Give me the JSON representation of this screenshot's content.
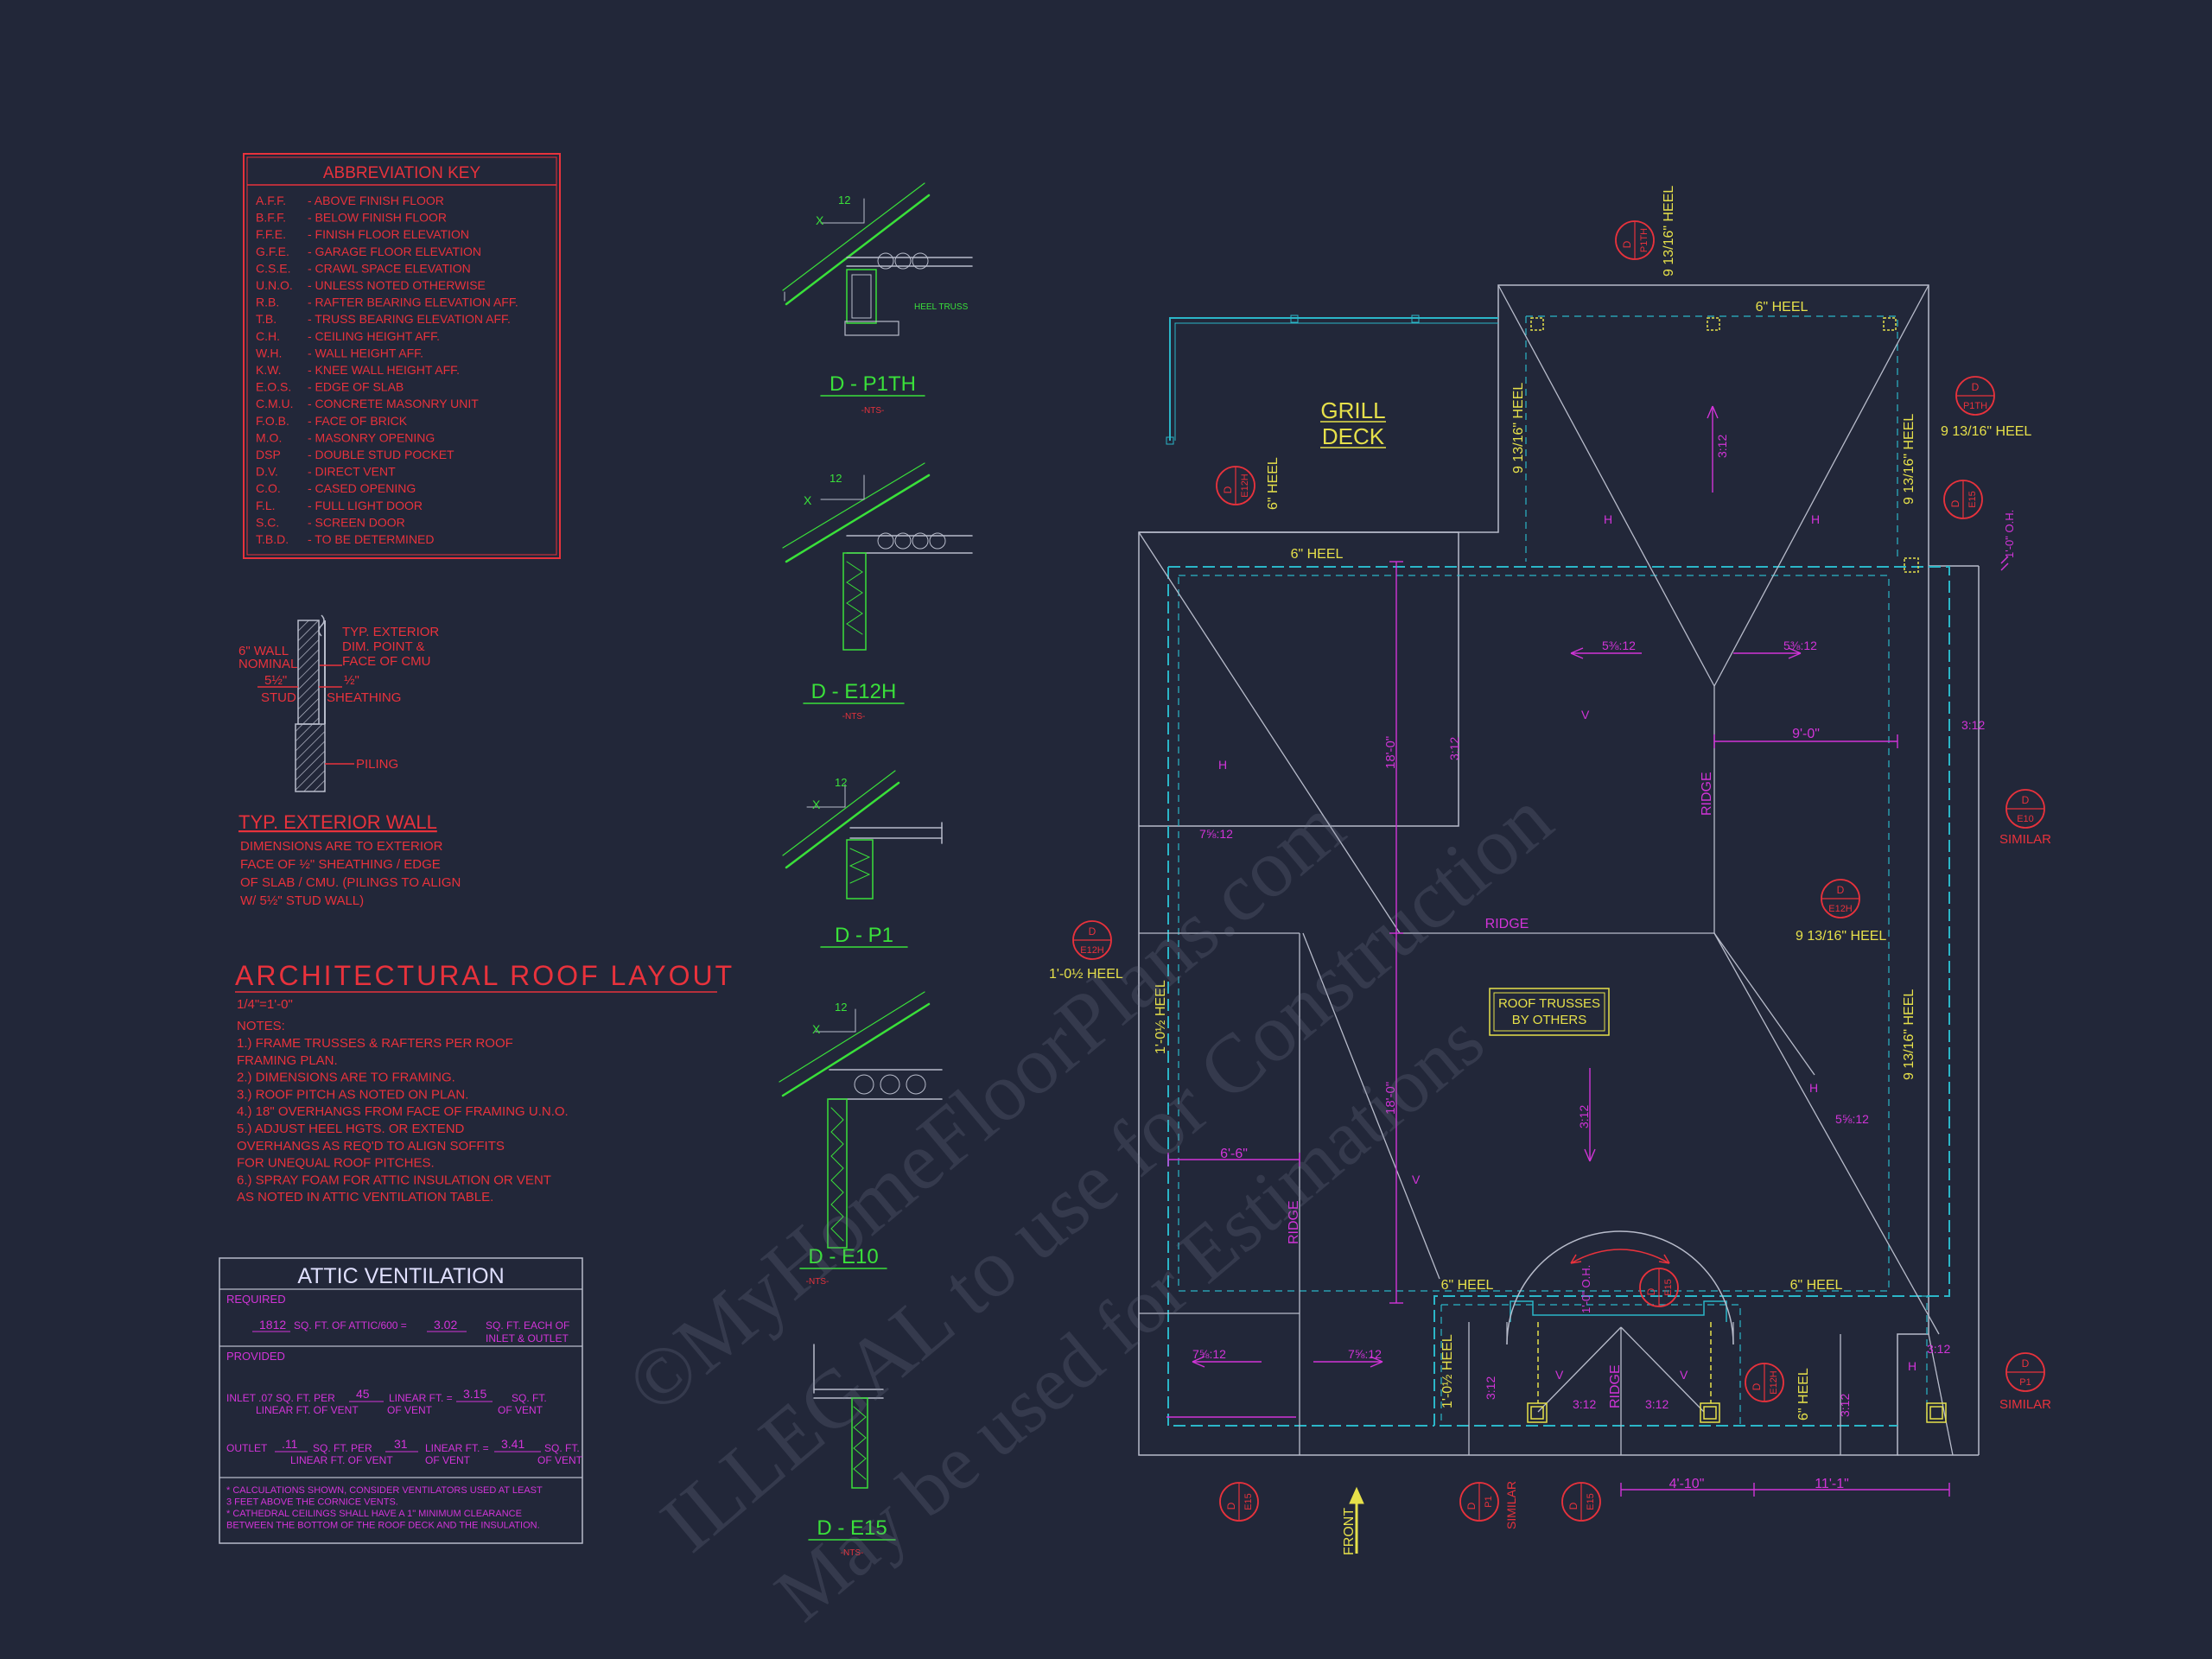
{
  "abbreviation_key": {
    "title": "ABBREVIATION KEY",
    "items": [
      {
        "abbr": "A.F.F.",
        "desc": "- ABOVE FINISH FLOOR"
      },
      {
        "abbr": "B.F.F.",
        "desc": "- BELOW FINISH FLOOR"
      },
      {
        "abbr": "F.F.E.",
        "desc": "- FINISH FLOOR ELEVATION"
      },
      {
        "abbr": "G.F.E.",
        "desc": "- GARAGE FLOOR ELEVATION"
      },
      {
        "abbr": "C.S.E.",
        "desc": "- CRAWL SPACE ELEVATION"
      },
      {
        "abbr": "U.N.O.",
        "desc": "- UNLESS NOTED OTHERWISE"
      },
      {
        "abbr": "R.B.",
        "desc": "- RAFTER BEARING ELEVATION AFF."
      },
      {
        "abbr": "T.B.",
        "desc": "- TRUSS BEARING ELEVATION AFF."
      },
      {
        "abbr": "C.H.",
        "desc": "- CEILING HEIGHT AFF."
      },
      {
        "abbr": "W.H.",
        "desc": "- WALL HEIGHT AFF."
      },
      {
        "abbr": "K.W.",
        "desc": "- KNEE WALL HEIGHT AFF."
      },
      {
        "abbr": "E.O.S.",
        "desc": "- EDGE OF SLAB"
      },
      {
        "abbr": "C.M.U.",
        "desc": "- CONCRETE MASONRY UNIT"
      },
      {
        "abbr": "F.O.B.",
        "desc": "- FACE OF BRICK"
      },
      {
        "abbr": "M.O.",
        "desc": "- MASONRY OPENING"
      },
      {
        "abbr": "DSP",
        "desc": "- DOUBLE STUD POCKET"
      },
      {
        "abbr": "D.V.",
        "desc": "- DIRECT VENT"
      },
      {
        "abbr": "C.O.",
        "desc": "- CASED OPENING"
      },
      {
        "abbr": "F.L.",
        "desc": "- FULL LIGHT DOOR"
      },
      {
        "abbr": "S.C.",
        "desc": "- SCREEN DOOR"
      },
      {
        "abbr": "T.B.D.",
        "desc": "- TO BE DETERMINED"
      }
    ]
  },
  "wall_detail": {
    "label_wall": "6\" WALL",
    "label_nominal": "NOMINAL",
    "label_stud_dim": "5½\"",
    "label_stud": "STUD",
    "label_ext_1": "TYP. EXTERIOR",
    "label_ext_2": "DIM. POINT &",
    "label_ext_3": "FACE OF CMU",
    "label_sheath_dim": "½\"",
    "label_sheathing": "SHEATHING",
    "label_piling": "PILING",
    "title": "TYP. EXTERIOR WALL",
    "notes": [
      "DIMENSIONS ARE TO EXTERIOR",
      "FACE OF ½\" SHEATHING / EDGE",
      "OF SLAB / CMU. (PILINGS TO ALIGN",
      "W/ 5½\" STUD WALL)"
    ]
  },
  "roof_layout": {
    "title": "ARCHITECTURAL ROOF LAYOUT",
    "scale": "1/4\"=1'-0\"",
    "notes_heading": "NOTES:",
    "notes": [
      "1.) FRAME TRUSSES & RAFTERS PER ROOF",
      "     FRAMING PLAN.",
      "2.) DIMENSIONS ARE TO FRAMING.",
      "3.) ROOF PITCH AS NOTED ON PLAN.",
      "4.) 18\" OVERHANGS FROM FACE OF FRAMING U.N.O.",
      "5.) ADJUST HEEL HGTS. OR EXTEND",
      "     OVERHANGS AS REQ'D TO ALIGN SOFFITS",
      "     FOR UNEQUAL ROOF PITCHES.",
      "6.) SPRAY FOAM FOR ATTIC INSULATION OR VENT",
      "     AS NOTED IN ATTIC VENTILATION TABLE."
    ]
  },
  "attic_ventilation": {
    "title": "ATTIC VENTILATION",
    "required_label": "REQUIRED",
    "req_value_1": "1812",
    "req_text_1": "SQ. FT. OF ATTIC/600 =",
    "req_value_2": "3.02",
    "req_text_2": "SQ. FT. EACH OF",
    "req_text_3": "INLET & OUTLET",
    "provided_label": "PROVIDED",
    "inlet_text_1": "INLET .07 SQ. FT. PER",
    "inlet_value_1": "45",
    "inlet_text_2": "LINEAR FT. =",
    "inlet_value_2": "3.15",
    "inlet_text_3": "SQ. FT.",
    "inlet_sub_1": "LINEAR FT. OF VENT",
    "inlet_sub_2": "OF VENT",
    "inlet_sub_3": "OF VENT",
    "outlet_text_1": "OUTLET",
    "outlet_value_0": ".11",
    "outlet_text_2": "SQ. FT. PER",
    "outlet_value_1": "31",
    "outlet_text_3": "LINEAR FT. =",
    "outlet_value_2": "3.41",
    "outlet_text_4": "SQ. FT.",
    "outlet_sub_1": "LINEAR FT. OF VENT",
    "outlet_sub_2": "OF VENT",
    "outlet_sub_3": "OF VENT",
    "footnotes": [
      "* CALCULATIONS SHOWN, CONSIDER VENTILATORS USED AT LEAST",
      "  3 FEET ABOVE THE CORNICE VENTS.",
      "* CATHEDRAL CEILINGS SHALL HAVE A 1\" MINIMUM CLEARANCE",
      "  BETWEEN THE BOTTOM OF THE ROOF DECK AND THE INSULATION."
    ]
  },
  "details": [
    {
      "id": "D - P1TH",
      "nts": "-NTS-",
      "pitch": "12",
      "x": "X",
      "note": "HEEL TRUSS"
    },
    {
      "id": "D - E12H",
      "nts": "-NTS-",
      "pitch": "12",
      "x": "X"
    },
    {
      "id": "D - P1",
      "pitch": "12",
      "x": "X"
    },
    {
      "id": "D - E10",
      "nts": "-NTS-",
      "pitch": "12",
      "x": "X"
    },
    {
      "id": "D - E15",
      "nts": "-NTS-"
    }
  ],
  "plan": {
    "grill_deck": [
      "GRILL",
      "DECK"
    ],
    "roof_trusses": [
      "ROOF TRUSSES",
      "BY OTHERS"
    ],
    "front": "FRONT",
    "heel_6": "6\" HEEL",
    "heel_9": "9 13/16\" HEEL",
    "heel_1": "1'-0½ HEEL",
    "ridge": "RIDGE",
    "similar": "SIMILAR",
    "pitch_312": "3:12",
    "pitch_758": "7⅝:12",
    "pitch_538": "5⅜:12",
    "pitch_516": "5⅝:12",
    "h": "H",
    "v": "V",
    "dim_18": "18'-0\"",
    "dim_9": "9'-0\"",
    "dim_66": "6'-6\"",
    "dim_410": "4'-10\"",
    "dim_111": "11'-1\"",
    "dim_oh": "1'-0\" O.H.",
    "callout_d": "D",
    "tag_p1th": "P1TH",
    "tag_e12h": "E12H",
    "tag_e10": "E10",
    "tag_e15": "E15",
    "tag_p1": "P1"
  },
  "watermark": [
    "©MyHomeFloorPlans.com",
    "ILLEGAL to use for Construction",
    "May be used for Estimations"
  ],
  "colors": {
    "background": "#222739",
    "red": "#e8323c",
    "yellow": "#e6e04a",
    "magenta": "#d234d8",
    "green": "#3ae03a",
    "cyan": "#2bb6c8",
    "line": "#b8bccb"
  }
}
